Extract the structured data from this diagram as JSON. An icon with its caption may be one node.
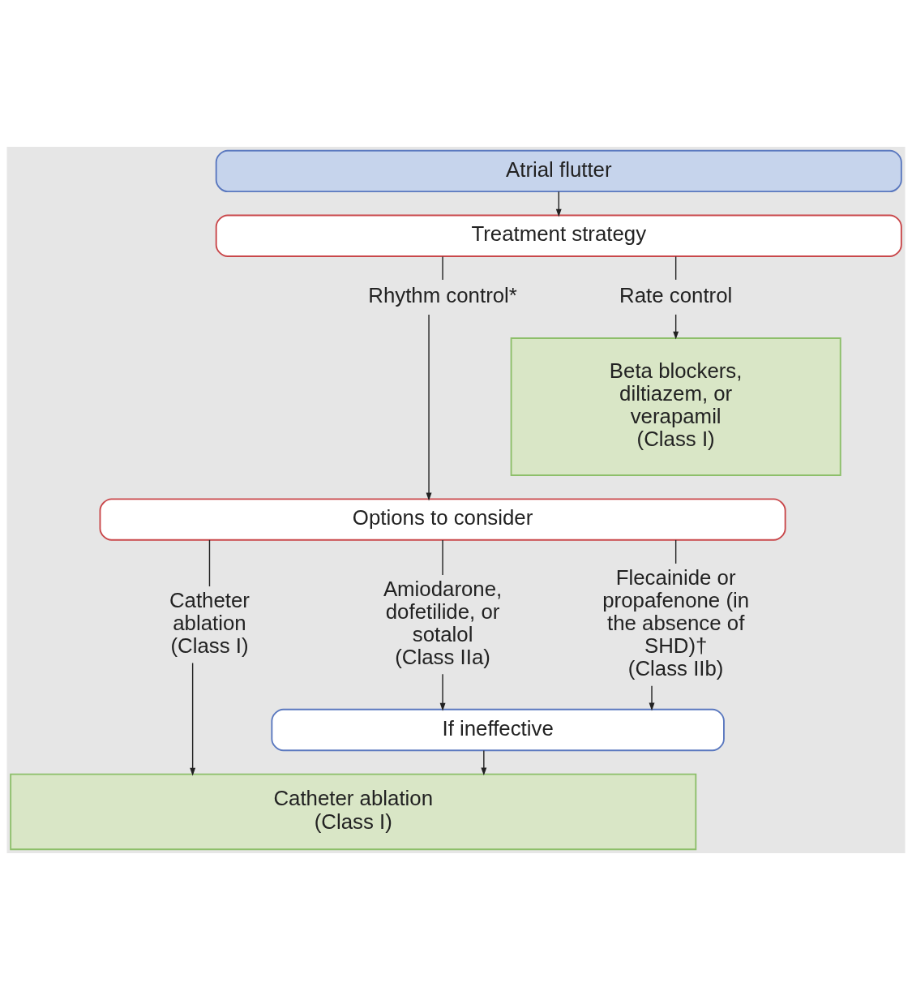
{
  "diagram": {
    "nodes": [
      {
        "text": [
          "Atrial flutter"
        ]
      },
      {
        "text": [
          "Treatment strategy"
        ]
      },
      {
        "text": [
          "Rhythm control*"
        ]
      },
      {
        "text": [
          "Rate control"
        ]
      },
      {
        "text": [
          "Beta blockers, diltiazem, or verapamil",
          "(Class I)"
        ]
      },
      {
        "text": [
          "Options to consider"
        ]
      },
      {
        "text": [
          "Catheter ablation",
          "(Class I)"
        ]
      },
      {
        "text": [
          "Amiodarone, dofetilide, or sotalol",
          "(Class IIa)"
        ]
      },
      {
        "text": [
          "Flecainide or propafenone (in the absence of SHD)†",
          "(Class IIb)"
        ]
      },
      {
        "text": [
          "If ineffective"
        ]
      },
      {
        "text": [
          "Catheter ablation",
          "(Class I)"
        ]
      }
    ],
    "edges": [
      {
        "from": 0,
        "to": 1,
        "arrow": "to"
      },
      {
        "from": 1,
        "to": 2,
        "arrow": "none"
      },
      {
        "from": 1,
        "to": 3,
        "arrow": "none"
      },
      {
        "from": 3,
        "to": 4,
        "arrow": "to"
      },
      {
        "from": 2,
        "to": 5,
        "arrow": "to"
      },
      {
        "from": 5,
        "to": 6,
        "arrow": "none"
      },
      {
        "from": 5,
        "to": 7,
        "arrow": "none"
      },
      {
        "from": 5,
        "to": 8,
        "arrow": "none"
      },
      {
        "from": 7,
        "to": 9,
        "arrow": "to"
      },
      {
        "from": 8,
        "to": 9,
        "arrow": "to"
      },
      {
        "from": 6,
        "to": 10,
        "arrow": "to"
      },
      {
        "from": 9,
        "to": 10,
        "arrow": "to"
      }
    ]
  }
}
